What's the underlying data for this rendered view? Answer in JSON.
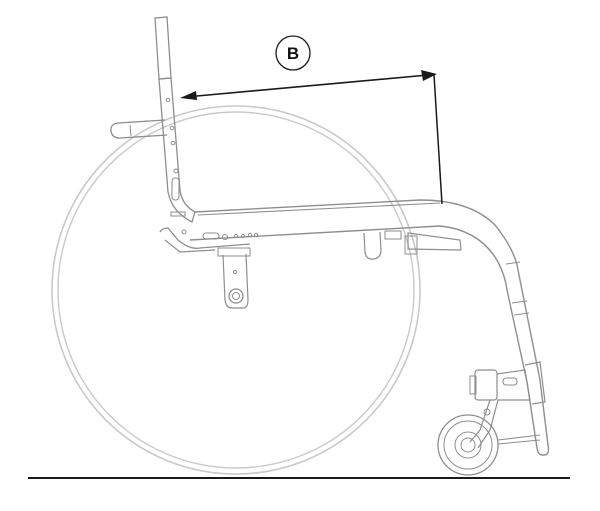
{
  "diagram": {
    "subject": "wheelchair side view",
    "dimension_label": "B",
    "dimension_description": "seat depth (backrest to front seat edge)",
    "colors": {
      "background": "#ffffff",
      "frame_lines": "#8e8e8e",
      "wheel_lines": "#c9c9c9",
      "dimension_lines": "#1a1a1a",
      "ground_line": "#1a1a1a"
    }
  }
}
